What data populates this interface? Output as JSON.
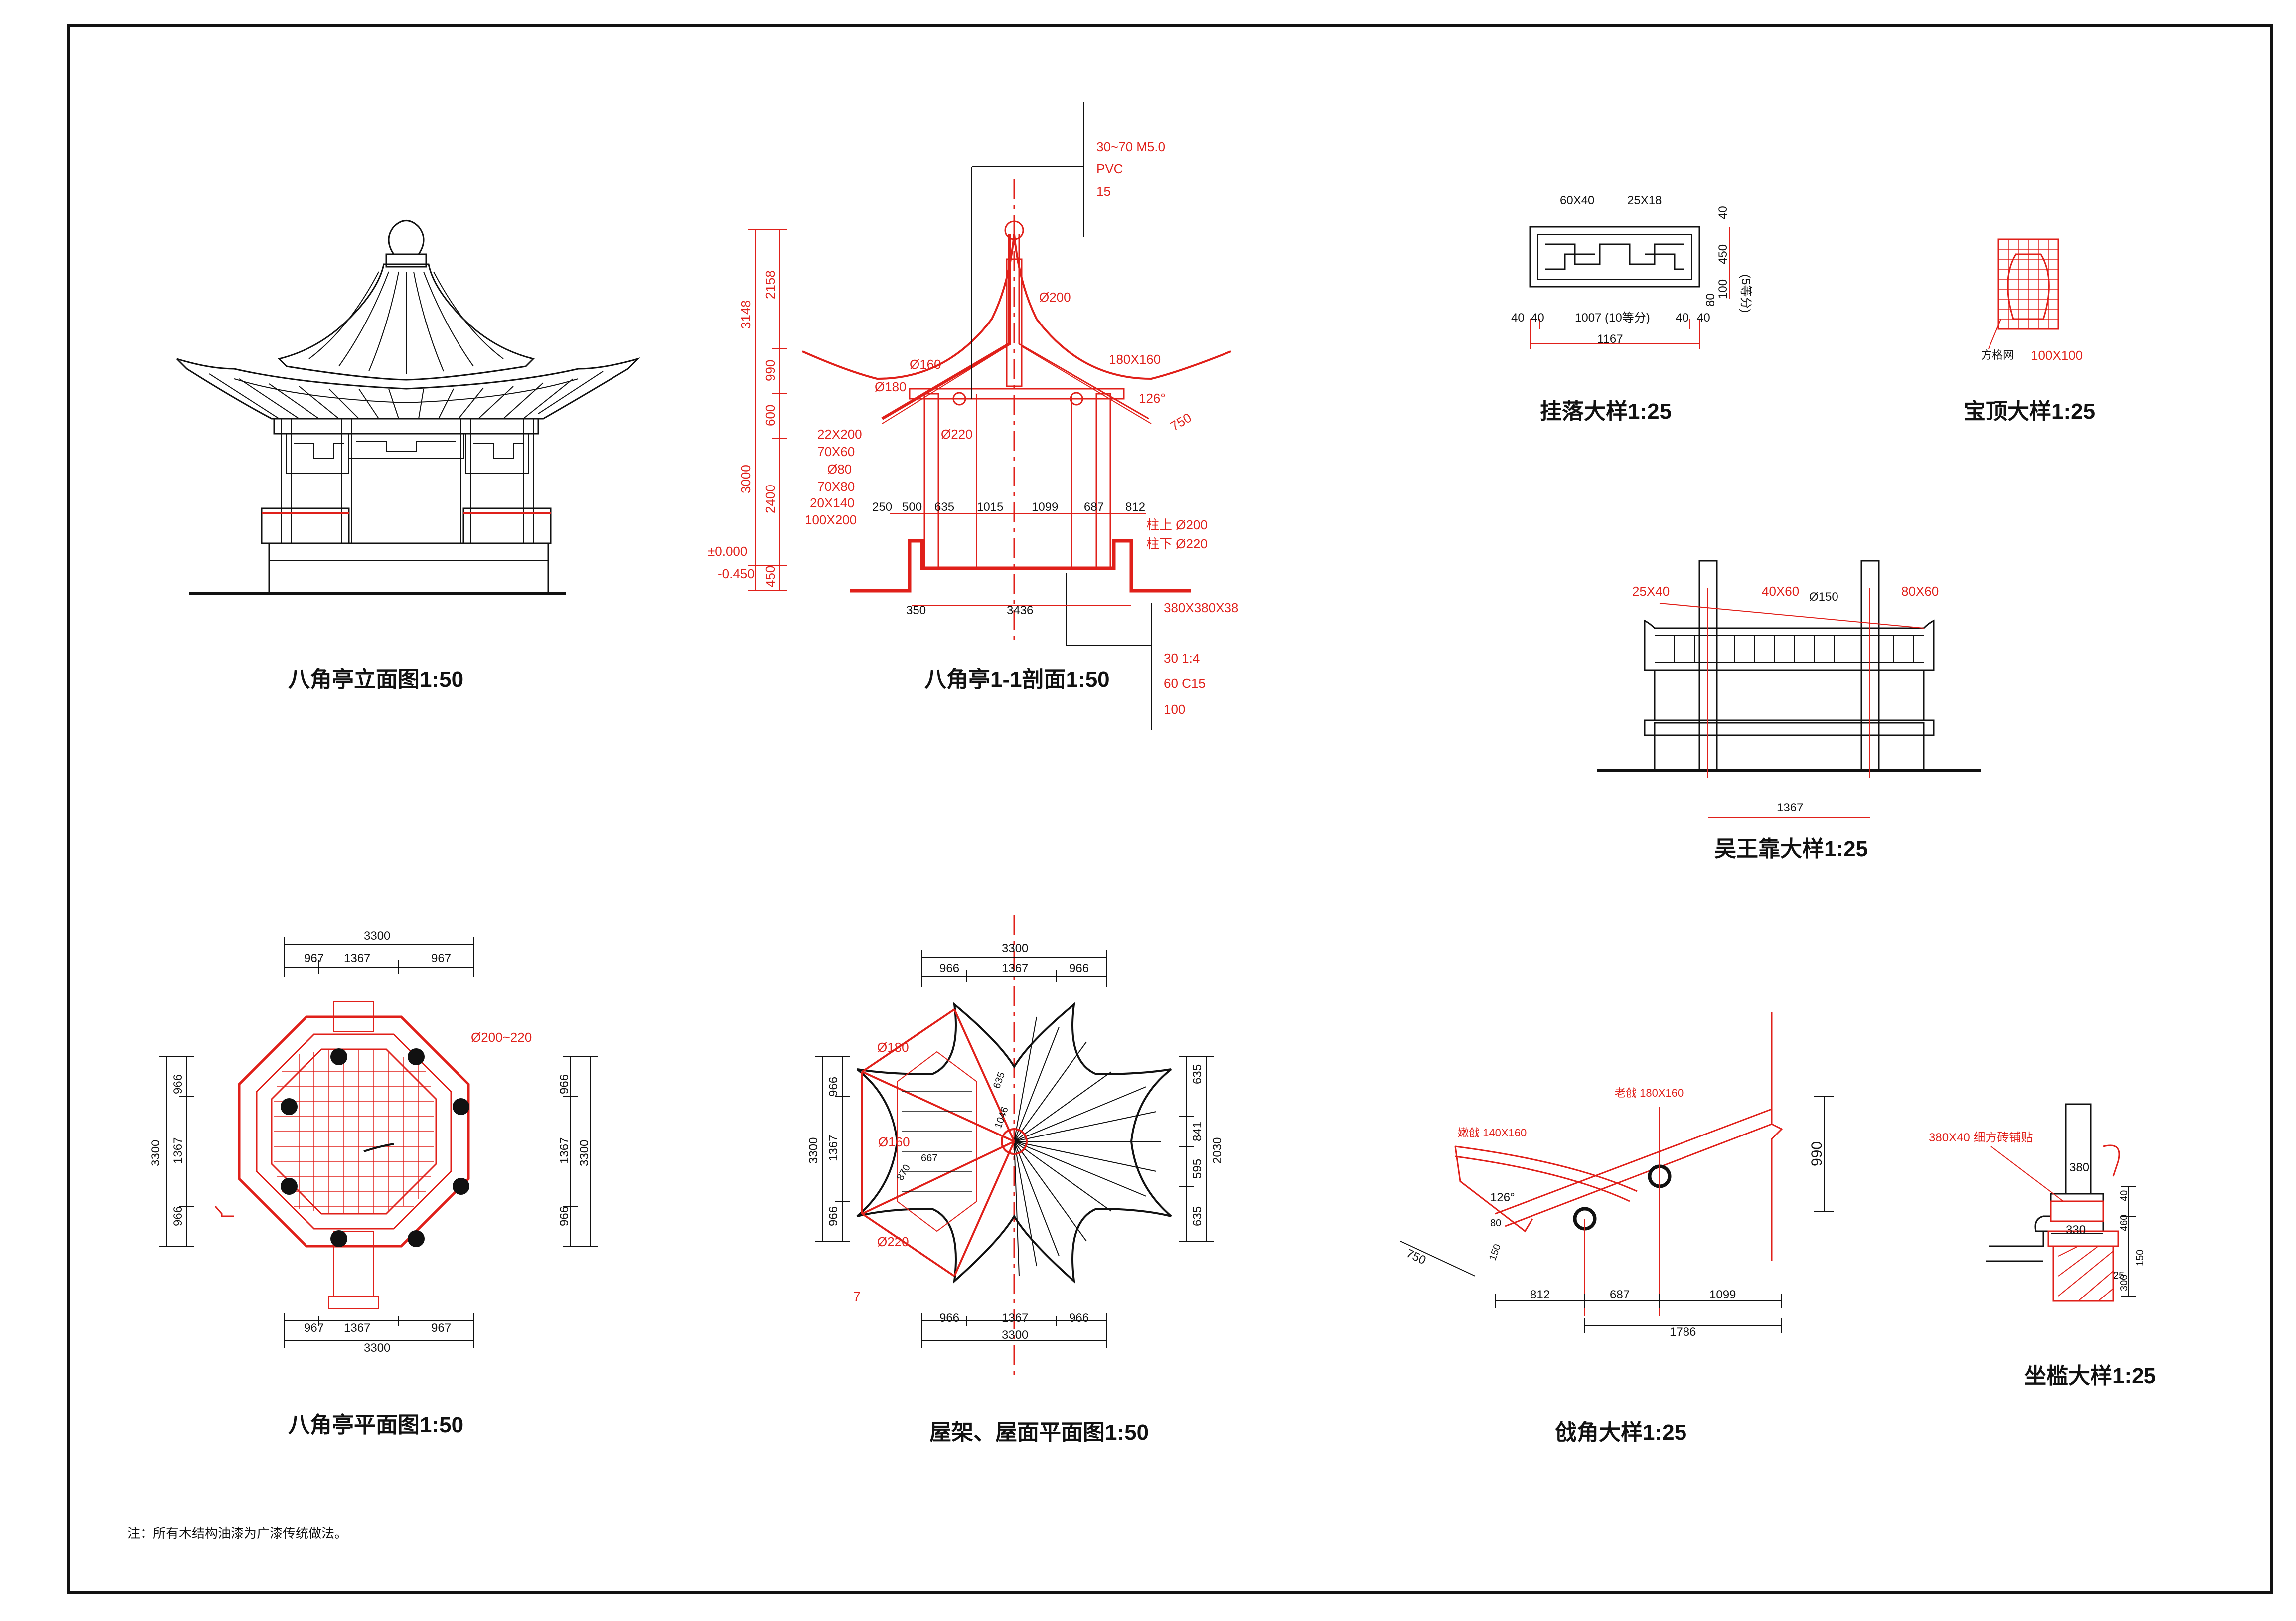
{
  "colors": {
    "line": "#111111",
    "accent": "#e0201a",
    "background": "#ffffff"
  },
  "titles": {
    "elevation": "八角亭立面图1:50",
    "section": "八角亭1-1剖面1:50",
    "guaLuo": "挂落大样1:25",
    "baoDing": "宝顶大样1:25",
    "wuWangKao": "吴王靠大样1:25",
    "plan": "八角亭平面图1:50",
    "roofPlan": "屋架、屋面平面图1:50",
    "qiangJiao": "戗角大样1:25",
    "zuoKan": "坐槛大样1:25"
  },
  "note": "注：所有木结构油漆为广漆传统做法。",
  "section": {
    "roof_layers": [
      "30~70  M5.0",
      "PVC",
      "15"
    ],
    "base_layers": [
      "380X380X38",
      "30  1:4",
      "60  C15",
      "100"
    ],
    "dims_vertical": [
      "3148",
      "2158",
      "990",
      "600",
      "3000",
      "2400",
      "450"
    ],
    "levels": [
      "±0.000",
      "-0.450"
    ],
    "members": [
      "Ø200",
      "Ø160",
      "Ø180",
      "Ø220",
      "22X200",
      "70X60",
      "Ø80",
      "70X80",
      "20X140",
      "100X200",
      "180X160"
    ],
    "angle": "126°",
    "eave": "750",
    "dims_horizontal": [
      "250",
      "500",
      "635",
      "1015",
      "1099",
      "687",
      "812"
    ],
    "bottom_dims": [
      "350",
      "3436"
    ],
    "column_marks": [
      "柱上 Ø200",
      "柱下 Ø220"
    ]
  },
  "guaLuo": {
    "labels": [
      "60X40",
      "25X18",
      "40",
      "450",
      "100",
      "80"
    ],
    "note": "(5等分)",
    "dims": [
      "40",
      "40",
      "1007 (10等分)",
      "40",
      "40"
    ],
    "total": "1167"
  },
  "baoDing": {
    "labels": [
      "方格网",
      "100X100"
    ]
  },
  "wuWangKao": {
    "labels": [
      "25X40",
      "40X60",
      "Ø150",
      "80X60"
    ],
    "dim": "1367"
  },
  "plan": {
    "top_total": "3300",
    "top_dims": [
      "967",
      "1367",
      "967"
    ],
    "column": "Ø200~220",
    "side_dims": [
      "966",
      "1367",
      "966"
    ],
    "side_total": "3300",
    "bottom_dims": [
      "967",
      "1367",
      "967"
    ],
    "bottom_total": "3300"
  },
  "roofPlan": {
    "top_total": "3300",
    "top_dims": [
      "966",
      "1367",
      "966"
    ],
    "left_total": "3300",
    "left_dims": [
      "966",
      "1367",
      "966"
    ],
    "right_dims": [
      "635",
      "841",
      "595",
      "635"
    ],
    "right_total": "2030",
    "members": [
      "Ø180",
      "Ø160",
      "Ø220",
      "7",
      "635",
      "1046",
      "667",
      "870"
    ],
    "bottom_dims": [
      "966",
      "1367",
      "966"
    ],
    "bottom_total": "3300"
  },
  "qiangJiao": {
    "labels": [
      "嫩戗  140X160",
      "老戗  180X160"
    ],
    "angle": "126°",
    "small": [
      "80",
      "150"
    ],
    "eave": "750",
    "height": "990",
    "dims": [
      "812",
      "687",
      "1099"
    ],
    "total": "1786"
  },
  "zuoKan": {
    "label": "380X40 细方砖铺贴",
    "dims": [
      "380",
      "330",
      "40",
      "460",
      "150",
      "25",
      "300"
    ]
  }
}
